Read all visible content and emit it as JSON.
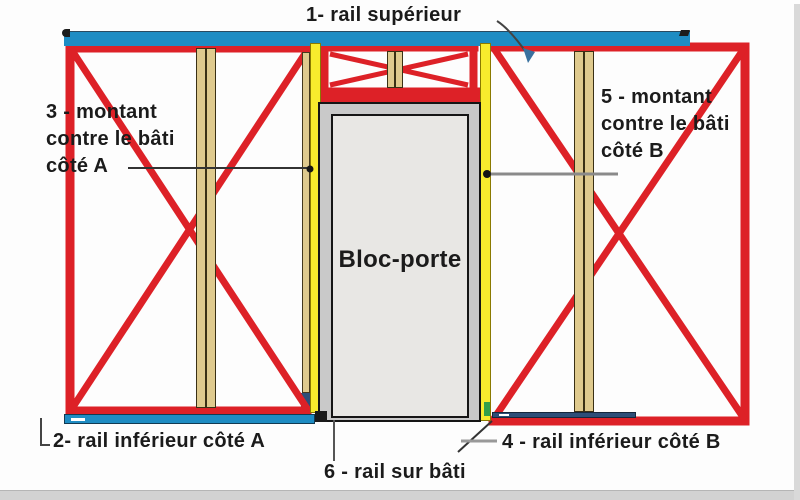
{
  "labels": {
    "rail_superieur": "1- rail supérieur",
    "rail_inferieur_a": "2- rail inférieur côté A",
    "montant_a": [
      "3 - montant",
      "contre le bâti",
      "côté A"
    ],
    "rail_inferieur_b": "4 - rail inférieur côté B",
    "montant_b": [
      "5 - montant",
      "contre le bâti",
      "côté B"
    ],
    "rail_sur_bati": "6 - rail sur bâti"
  },
  "door": {
    "label": "Bloc-porte"
  },
  "colors": {
    "frame_red": "#dd2127",
    "rail_blue": "#1e8cc3",
    "rail_navy": "#2d4e78",
    "montant_yellow": "#f8eb2d",
    "stud_wood": "#dfca8e",
    "accent_green": "#33a04a",
    "door_frame_gray": "#c9c9c9",
    "door_panel_gray": "#e8e7e4",
    "text": "#1b1b1b"
  }
}
